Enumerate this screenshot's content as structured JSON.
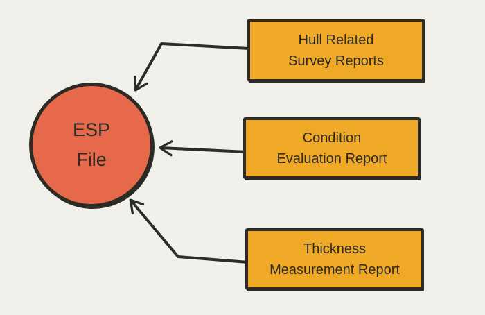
{
  "diagram": {
    "title": "ESP File inputs diagram",
    "colors": {
      "background": "#f2f0ea",
      "circle_fill": "#e7694b",
      "box_fill": "#f0a827",
      "stroke": "#2e2c26",
      "text": "#2d2b26"
    },
    "center_node": {
      "id": "esp-file",
      "label": "ESP File",
      "label_line1": "ESP",
      "label_line2": "File",
      "shape": "circle"
    },
    "source_nodes": [
      {
        "id": "hull-related-survey-reports",
        "label": "Hull Related Survey Reports",
        "label_line1": "Hull Related",
        "label_line2": "Survey Reports",
        "shape": "rectangle"
      },
      {
        "id": "condition-evaluation-report",
        "label": "Condition Evaluation Report",
        "label_line1": "Condition",
        "label_line2": "Evaluation Report",
        "shape": "rectangle"
      },
      {
        "id": "thickness-measurement-report",
        "label": "Thickness Measurement Report",
        "label_line1": "Thickness",
        "label_line2": "Measurement Report",
        "shape": "rectangle"
      }
    ],
    "connections": [
      {
        "from": "Hull Related Survey Reports",
        "to": "ESP File",
        "style": "elbow-arrow"
      },
      {
        "from": "Condition Evaluation Report",
        "to": "ESP File",
        "style": "straight-arrow"
      },
      {
        "from": "Thickness Measurement Report",
        "to": "ESP File",
        "style": "elbow-arrow"
      }
    ]
  }
}
